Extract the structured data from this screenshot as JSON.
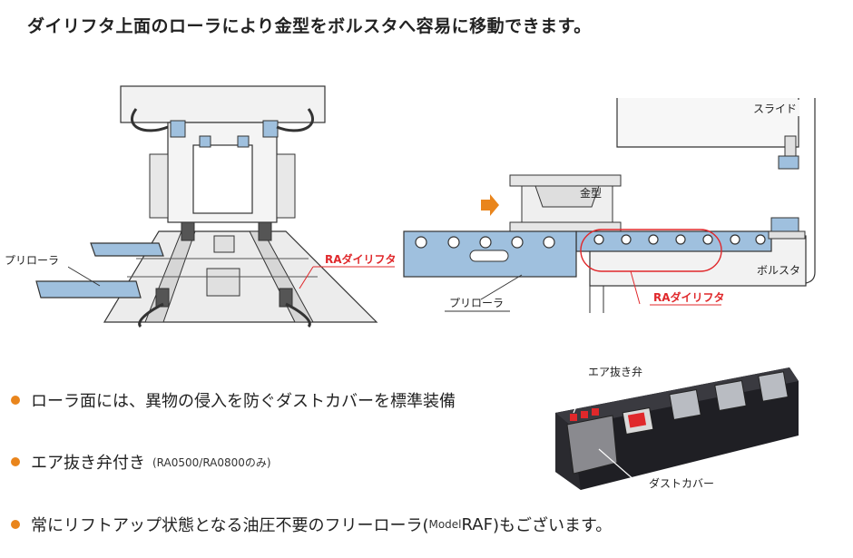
{
  "headline": "ダイリフタ上面のローラにより金型をボルスタへ容易に移動できます。",
  "left_figure": {
    "label_pre_roller": "プリローラ",
    "label_ra_lifter": "RAダイリフタ"
  },
  "right_figure": {
    "label_slide": "スライド",
    "label_die": "金型",
    "label_bolster": "ボルスタ",
    "label_pre_roller": "プリローラ",
    "label_ra_lifter": "RAダイリフタ"
  },
  "photo": {
    "label_air_valve": "エア抜き弁",
    "label_dust_cover": "ダストカバー"
  },
  "bullets": {
    "b1": "ローラ面には、異物の侵入を防ぐダストカバーを標準装備",
    "b2": "エア抜き弁付き",
    "b2_note": "(RA0500/RA0800のみ)",
    "b3_pre": "常にリフトアップ状態となる油圧不要のフリーローラ(",
    "b3_model": "Model",
    "b3_name": " RAF",
    "b3_post": ")もございます。"
  },
  "colors": {
    "accent_orange": "#e9851c",
    "label_red": "#e0282b",
    "machine_blue": "#9fc0de",
    "outline": "#333333"
  }
}
